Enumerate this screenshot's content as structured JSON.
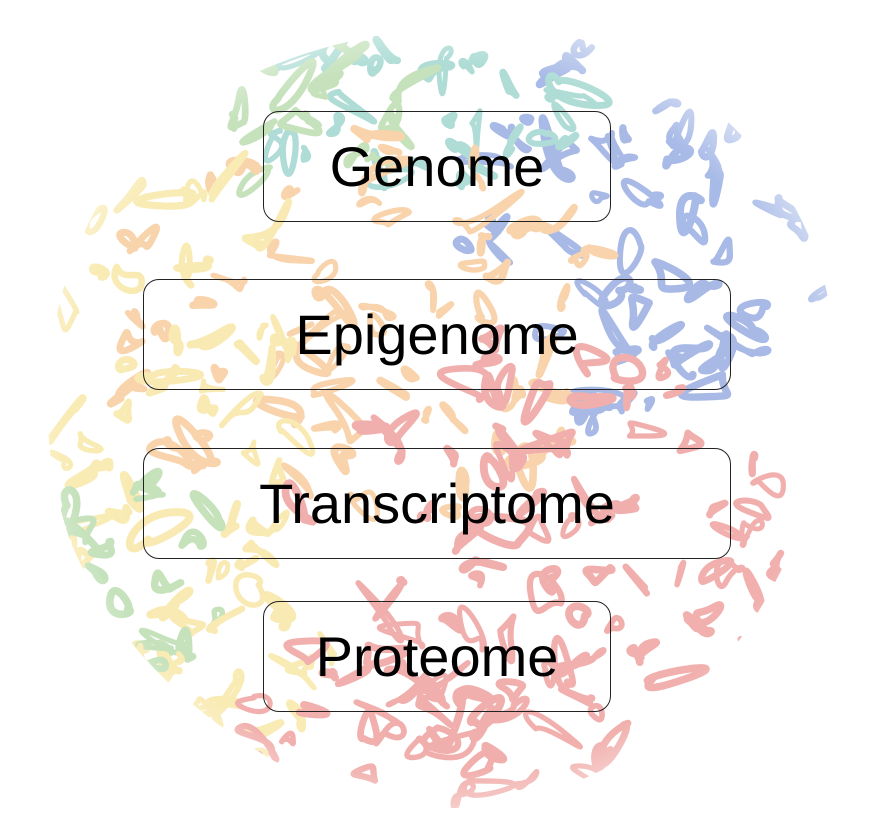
{
  "diagram": {
    "background": {
      "depiction": "chromatin-territories-image",
      "colors": {
        "yellow": "#f2d25a",
        "orange": "#f0a04a",
        "green": "#7fbf6a",
        "teal": "#4fb3a5",
        "blue": "#3f66c9",
        "red": "#e0504a"
      }
    },
    "boxes": [
      {
        "label": "Genome"
      },
      {
        "label": "Epigenome"
      },
      {
        "label": "Transcriptome"
      },
      {
        "label": "Proteome"
      }
    ]
  }
}
